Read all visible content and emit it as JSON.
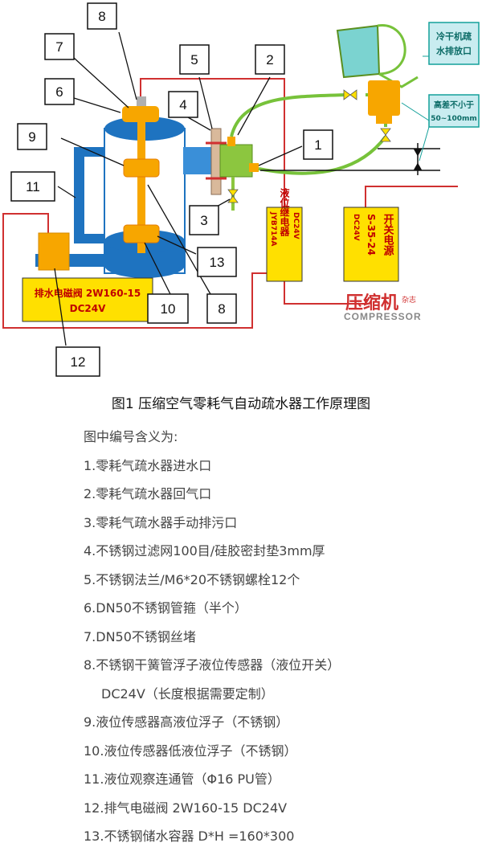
{
  "diagram": {
    "labels": [
      "8",
      "7",
      "6",
      "9",
      "11",
      "5",
      "4",
      "2",
      "1",
      "3",
      "13",
      "8",
      "10",
      "12"
    ],
    "cooler_label_line1": "冷干机疏",
    "cooler_label_line2": "水排放口",
    "height_label_line1": "高差不小于",
    "height_label_line2": "50~100mm",
    "relay_title": "液位继电器",
    "relay_model": "JYB714A",
    "relay_voltage": "DC24V",
    "psu_title": "开关电源",
    "psu_model": "S-35-24",
    "psu_voltage": "DC24V",
    "valve_line1": "排水电磁阀 2W160-15",
    "valve_line2": "DC24V",
    "watermark_cn": "压缩机",
    "watermark_small": "杂志",
    "watermark_en": "COMPRESSOR",
    "colors": {
      "tank_blue": "#1e73c0",
      "pipe_blue": "#3a8fd8",
      "float_orange": "#f7a600",
      "component_yellow": "#ffe000",
      "pipe_green": "#77c23a",
      "wire_red": "#d03030",
      "label_box_cyan": "#c9ecf0",
      "label_box_border": "#14a09a"
    }
  },
  "caption": "图1 压缩空气零耗气自动疏水器工作原理图",
  "legend": {
    "title": "图中编号含义为:",
    "items": [
      "1.零耗气疏水器进水口",
      "2.零耗气疏水器回气口",
      "3.零耗气疏水器手动排污口",
      "4.不锈钢过滤网100目/硅胶密封垫3mm厚",
      "5.不锈钢法兰/M6*20不锈钢螺栓12个",
      "6.DN50不锈钢管箍（半个）",
      "7.DN50不锈钢丝堵",
      "8.不锈钢干簧管浮子液位传感器（液位开关）",
      "DC24V（长度根据需要定制）",
      "9.液位传感器高液位浮子（不锈钢）",
      "10.液位传感器低液位浮子（不锈钢）",
      "11.液位观察连通管（Φ16 PU管）",
      "12.排气电磁阀 2W160-15 DC24V",
      "13.不锈钢储水容器 D*H =160*300"
    ]
  }
}
